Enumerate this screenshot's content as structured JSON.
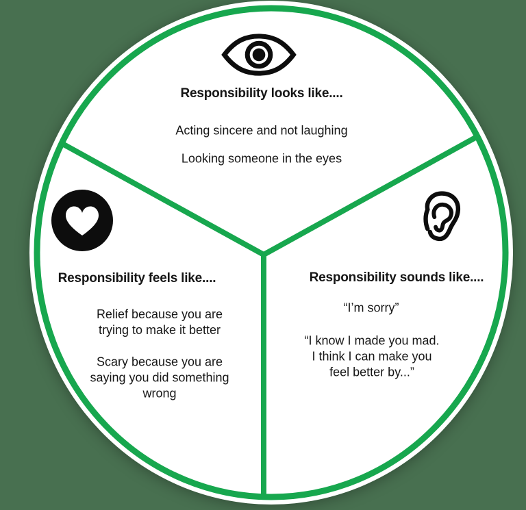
{
  "colors": {
    "accent_green": "#17a74e",
    "background": "#487050",
    "ink": "#161616",
    "icon_black": "#0d0d0d",
    "circle_fill": "#ffffff"
  },
  "diagram": {
    "shape": "circle divided into three wedges by green lines",
    "sections": {
      "looks": {
        "icon": "eye-icon",
        "title": "Responsibility looks like....",
        "items": [
          "Acting sincere and not laughing",
          "Looking someone in the eyes"
        ]
      },
      "feels": {
        "icon": "heart-icon",
        "title": "Responsibility feels like....",
        "items": [
          "Relief because you are\ntrying to make it better",
          "Scary because you are\nsaying you did something\nwrong"
        ]
      },
      "sounds": {
        "icon": "ear-icon",
        "title": "Responsibility sounds like....",
        "items": [
          "“I’m sorry”",
          "“I know I made you mad.\nI think I can make you\nfeel better by...”"
        ]
      }
    }
  }
}
